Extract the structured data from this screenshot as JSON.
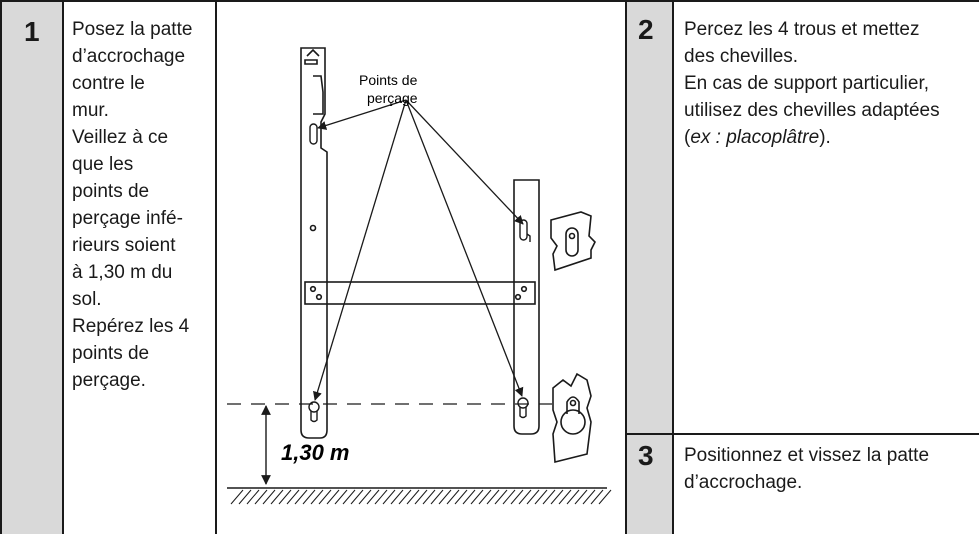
{
  "step1": {
    "number": "1",
    "lines": [
      "Posez la patte",
      "d’accrochage",
      "contre le",
      "mur.",
      "Veillez à ce",
      "que les",
      "points de",
      "perçage infé-",
      "rieurs soient",
      "à 1,30 m du",
      "sol.",
      "Repérez les 4",
      "points de",
      "perçage."
    ]
  },
  "diagram": {
    "label_line1": "Points de",
    "label_line2": "perçage",
    "height": "1,30 m"
  },
  "step2": {
    "number": "2",
    "line1": "Percez les 4 trous et mettez",
    "line2": "des chevilles.",
    "line3": "En cas de support particulier,",
    "line4": "utilisez des chevilles adaptées",
    "line5_open": "(",
    "line5_italic": "ex : placoplâtre",
    "line5_close": ")."
  },
  "step3": {
    "number": "3",
    "line1": "Positionnez et vissez la patte",
    "line2": "d’accrochage."
  }
}
